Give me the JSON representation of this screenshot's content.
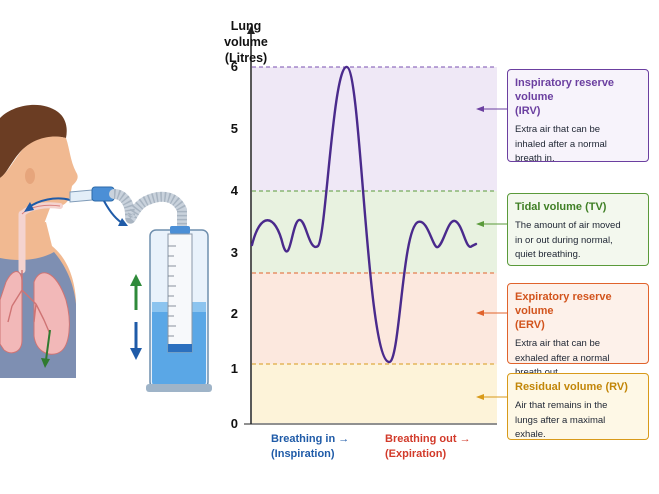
{
  "axis": {
    "y_label_line1": "Lung volume",
    "y_label_line2": "(Litres)",
    "y_ticks": [
      "0",
      "1",
      "2",
      "3",
      "4",
      "5",
      "6"
    ]
  },
  "x_labels": {
    "in_line1": "Breathing in",
    "in_arrow": "→",
    "in_line2": "(Inspiration)",
    "out_line1": "Breathing out",
    "out_arrow": "→",
    "out_line2": "(Expiration)"
  },
  "zones": {
    "irv": {
      "title_line1": "Inspiratory reserve volume",
      "title_line2": "(IRV)",
      "desc": [
        "Extra air that can be",
        "inhaled after a normal",
        "breath in."
      ],
      "color": "#6b3fa0",
      "fill": "#efe8f6"
    },
    "tv": {
      "title_line1": "Tidal volume (TV)",
      "title_line2": "",
      "desc": [
        "The amount of air moved",
        "in or out during normal,",
        "quiet breathing."
      ],
      "color": "#5a9a3a",
      "fill": "#e8f2e0"
    },
    "erv": {
      "title_line1": "Expiratory reserve volume",
      "title_line2": "(ERV)",
      "desc": [
        "Extra air that can be",
        "exhaled after a normal",
        "breath out."
      ],
      "color": "#e0632c",
      "fill": "#fce8de"
    },
    "rv": {
      "title_line1": "Residual volume (RV)",
      "title_line2": "",
      "desc": [
        "Air that remains in the",
        "lungs after a maximal",
        "exhale."
      ],
      "color": "#d89a1a",
      "fill": "#fdf3d9"
    }
  },
  "colors": {
    "curve": "#4a2a8c",
    "in_arrow": "#1f5ba8",
    "out_arrow": "#d23a2a"
  }
}
